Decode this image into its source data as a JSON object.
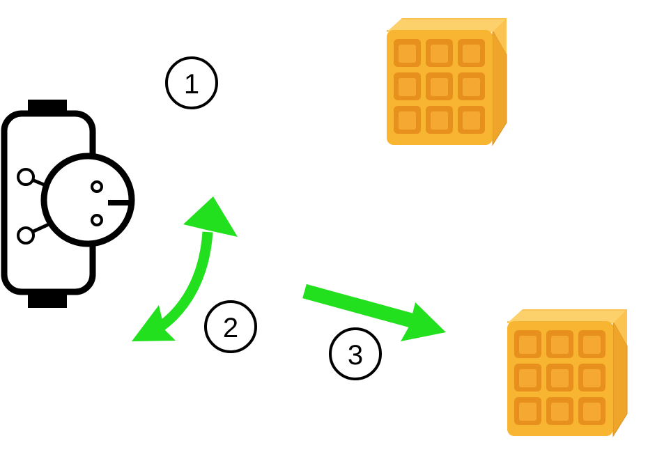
{
  "steps": [
    {
      "number": "1"
    },
    {
      "number": "2"
    },
    {
      "number": "3"
    }
  ],
  "icons": {
    "connector": "xlr-connector-icon",
    "block": "nine-cell-block-icon"
  },
  "colors": {
    "arrow": "#22e01e",
    "block_front": "#f7b531",
    "block_side": "#eea52a",
    "block_top": "#fbc451",
    "outline": "#000000"
  }
}
